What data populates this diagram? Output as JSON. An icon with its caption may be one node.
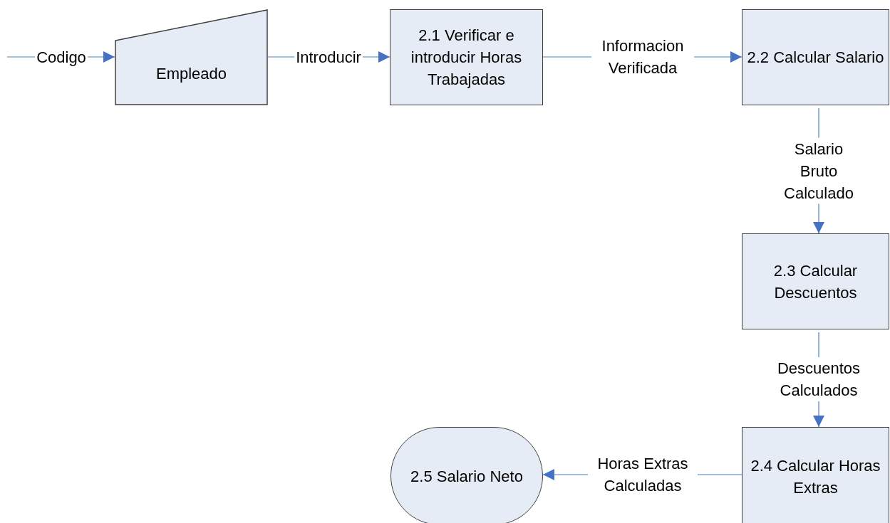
{
  "diagram": {
    "nodes": [
      {
        "text": [
          "Empleado"
        ]
      },
      {
        "text": [
          "2.1 Verificar e introducir Horas Trabajadas"
        ]
      },
      {
        "text": [
          "2.2 Calcular Salario"
        ]
      },
      {
        "text": [
          "2.3 Calcular Descuentos"
        ]
      },
      {
        "text": [
          "2.4 Calcular Horas Extras"
        ]
      },
      {
        "text": [
          "2.5 Salario Neto"
        ]
      }
    ],
    "edges": [
      {
        "from": null,
        "to": 0,
        "arrow": "to",
        "label": "Codigo"
      },
      {
        "from": 0,
        "to": 1,
        "arrow": "to",
        "label": "Introducir"
      },
      {
        "from": 1,
        "to": 2,
        "arrow": "to",
        "label": "Informacion Verificada"
      },
      {
        "from": 2,
        "to": 3,
        "arrow": "to",
        "label": "Salario Bruto Calculado"
      },
      {
        "from": 3,
        "to": 4,
        "arrow": "to",
        "label": "Descuentos Calculados"
      },
      {
        "from": 4,
        "to": 5,
        "arrow": "to",
        "label": "Horas Extras Calculadas"
      }
    ]
  }
}
